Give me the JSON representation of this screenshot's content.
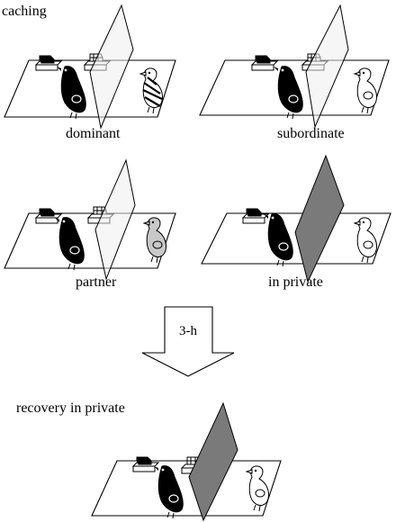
{
  "title": "caching",
  "panels": {
    "dominant": "dominant",
    "subordinate": "subordinate",
    "partner": "partner",
    "in_private": "in private"
  },
  "arrow_label": "3-h",
  "recovery_title": "recovery in private",
  "colors": {
    "cacher": "#000000",
    "opaque_barrier": "#7a7a7a",
    "transparent_barrier": "#eeeeee",
    "partner_bird": "#c8c8c8"
  }
}
